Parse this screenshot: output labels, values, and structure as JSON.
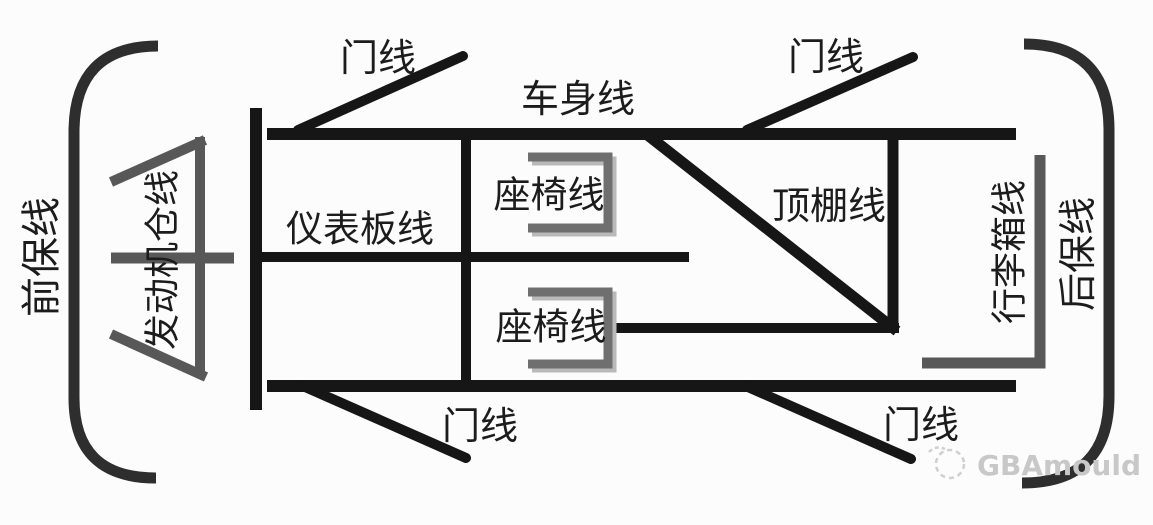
{
  "diagram": {
    "labels": {
      "front_bumper_line": "前保线",
      "engine_bay_line": "发动机仓线",
      "door_line": "门线",
      "body_line": "车身线",
      "instrument_panel_line": "仪表板线",
      "seat_line": "座椅线",
      "roof_line": "顶棚线",
      "trunk_line": "行李箱线",
      "rear_bumper_line": "后保线"
    },
    "watermark": {
      "brand": "GBAmould"
    },
    "colors": {
      "line_black": "#161616",
      "bracket_dark": "#2e2e2e",
      "shape_gray": "#585858",
      "seat_gray": "#6f6f6f",
      "seat_shadow": "#b9b9b9",
      "label_text": "#1c1c1c",
      "watermark_gray": "#c8c8c8",
      "background": "#fcfcfc"
    }
  }
}
